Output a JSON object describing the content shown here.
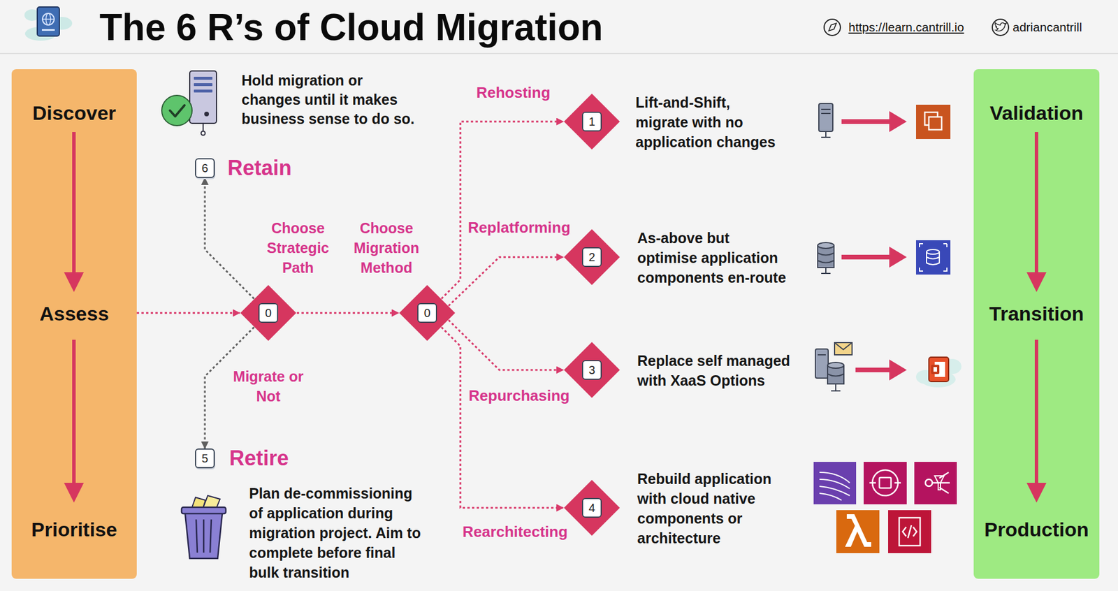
{
  "diagram": {
    "title": "The 6 R’s of Cloud Migration",
    "nodes": [
      {
        "text": [
          "Discover",
          "Assess",
          "Prioritise"
        ]
      },
      {
        "text": [
          "6"
        ]
      },
      {
        "text": [
          "0"
        ]
      },
      {
        "text": [
          "5"
        ]
      },
      {
        "text": [
          "0"
        ]
      },
      {
        "text": [
          "1"
        ]
      },
      {
        "text": [
          "2"
        ]
      },
      {
        "text": [
          "3"
        ]
      },
      {
        "text": [
          "4"
        ]
      },
      {
        "text": [
          "Validation",
          "Transition",
          "Production"
        ]
      }
    ],
    "edges": [
      {
        "from": 0,
        "to": 2,
        "arrow": "to"
      },
      {
        "from": 2,
        "to": 1,
        "arrow": "to"
      },
      {
        "from": 2,
        "to": 3,
        "arrow": "to"
      },
      {
        "from": 2,
        "to": 4,
        "arrow": "to"
      },
      {
        "from": 4,
        "to": 5,
        "arrow": "to"
      },
      {
        "from": 4,
        "to": 6,
        "arrow": "to"
      },
      {
        "from": 4,
        "to": 7,
        "arrow": "to"
      },
      {
        "from": 4,
        "to": 8,
        "arrow": "to"
      }
    ],
    "labels": [
      "https://learn.cantrill.io",
      "adriancantrill",
      "Hold migration or changes until it makes business sense to do so.",
      "Retain",
      "Choose Strategic Path",
      "Choose Migration Method",
      "Rehosting",
      "Lift-and-Shift, migrate with no application changes",
      "Replatforming",
      "As-above but optimise application components en-route",
      "Migrate or Not",
      "Repurchasing",
      "Replace self managed with XaaS Options",
      "Retire",
      "Rearchitecting",
      "Rebuild application with cloud native components or architecture",
      "Plan de-commissioning of application during migration project. Aim to complete before final bulk transition"
    ]
  }
}
